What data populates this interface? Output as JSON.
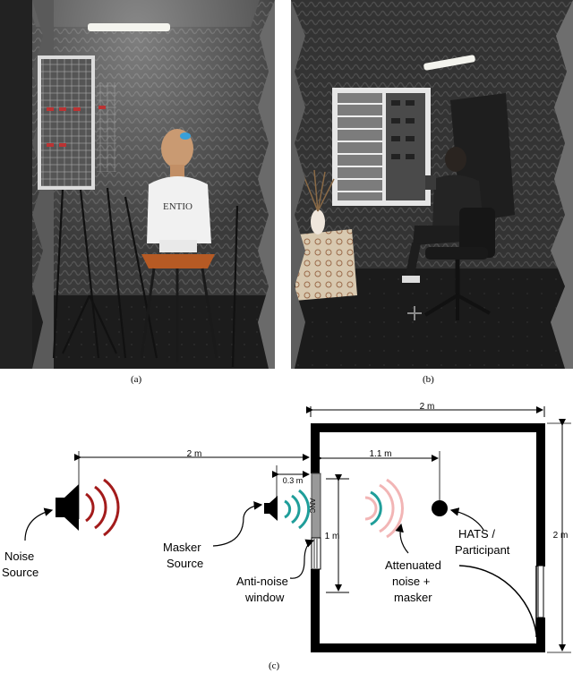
{
  "captions": {
    "a": "(a)",
    "b": "(b)",
    "c": "(c)"
  },
  "photo_a": {
    "shirt_text": "ENTIO"
  },
  "diagram": {
    "dim_room_width": "2 m",
    "dim_source_distance": "2 m",
    "dim_hats_distance": "1.1 m",
    "dim_masker_distance": "0.3 m",
    "dim_window_height": "1 m",
    "dim_room_height": "2 m",
    "anc_label": "ANC",
    "noise_source": [
      "Noise",
      "Source"
    ],
    "masker_source": [
      "Masker",
      "Source"
    ],
    "anti_noise": [
      "Anti-noise",
      "window"
    ],
    "attenuated": [
      "Attenuated",
      "noise +",
      "masker"
    ],
    "hats": [
      "HATS /",
      "Participant"
    ],
    "colors": {
      "noise": "#a31b1b",
      "anti_noise": "#1f9e9a",
      "attenuated": "#f2b5b5"
    }
  }
}
